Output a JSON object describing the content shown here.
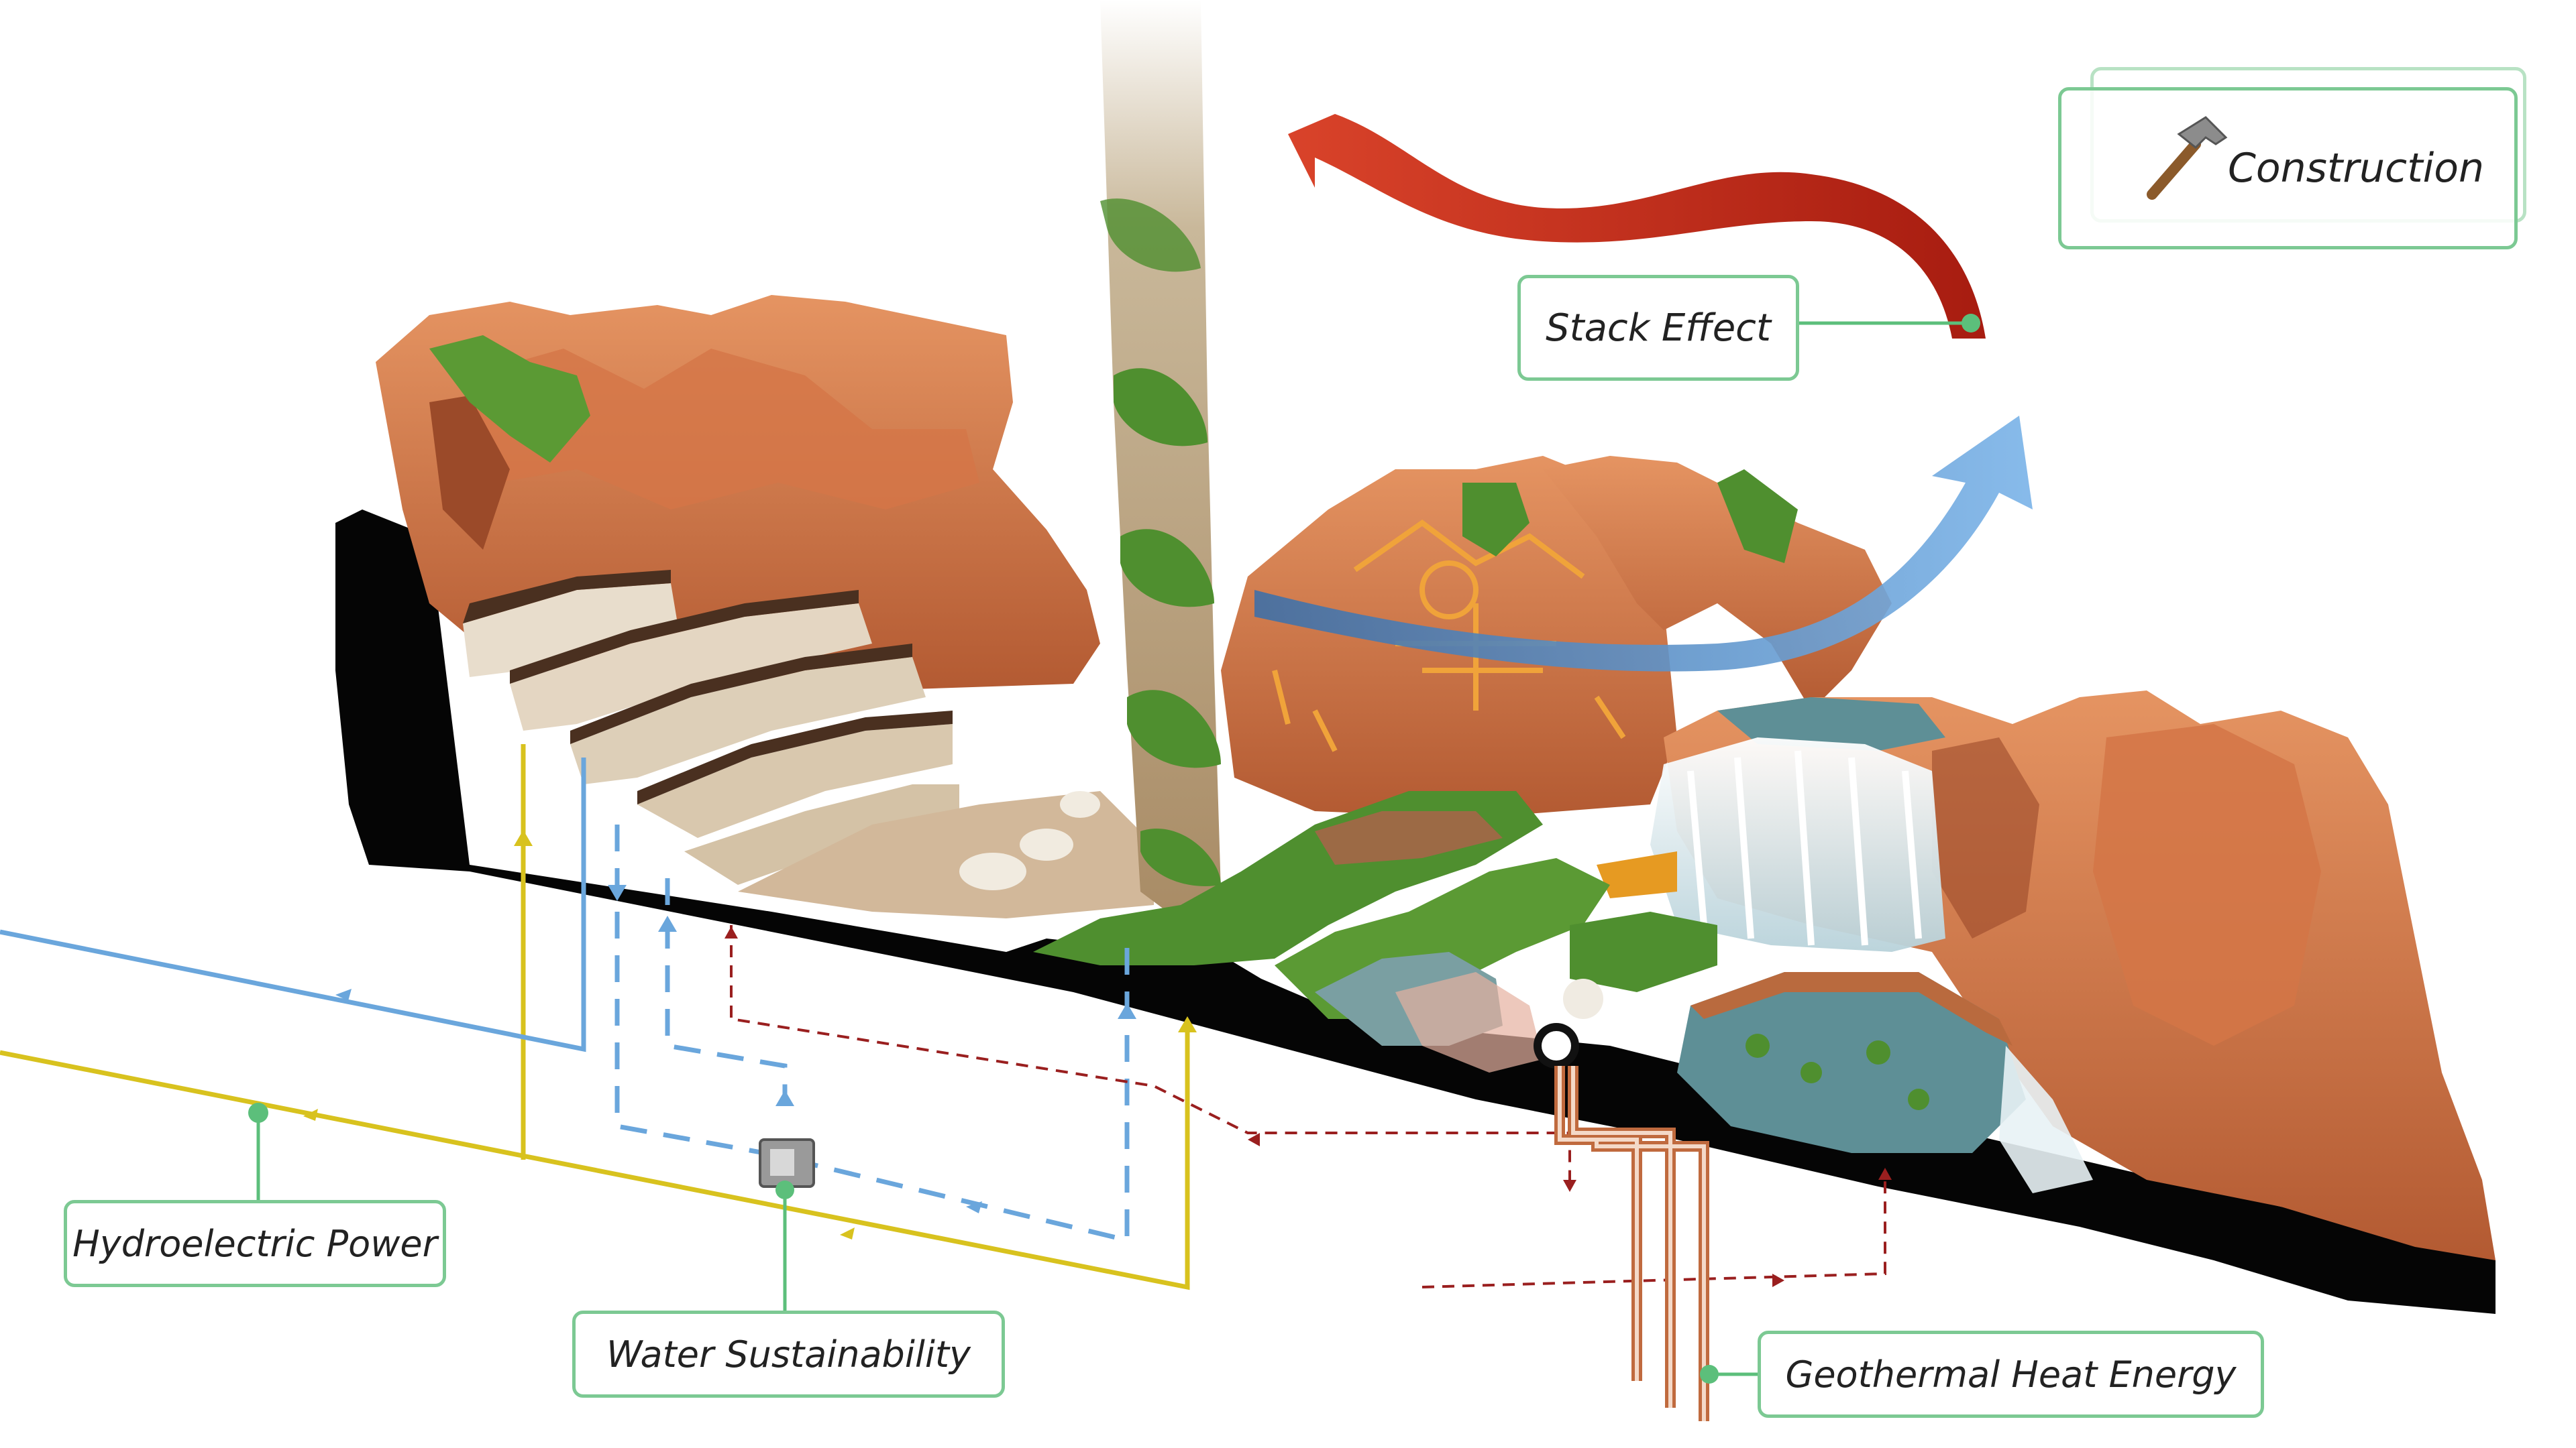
{
  "labels": {
    "construction": "Construction",
    "stack_effect": "Stack Effect",
    "hydroelectric": "Hydroelectric Power",
    "water": "Water Sustainability",
    "geothermal": "Geothermal Heat Energy"
  },
  "icons": {
    "construction": "hammer-icon",
    "water": "utility-box-icon"
  },
  "colors": {
    "label_border": "#7cc993",
    "label_border_faint": "#b8e2c4",
    "hot_air": "#c9381f",
    "cool_air": "#5fa0da",
    "hydro_line": "#d8c21e",
    "water_line": "#6aa6dc",
    "geo_line": "#9a1f1f",
    "rock": "#c7683c",
    "rock_light": "#e08a57",
    "rock_dark": "#8f4024",
    "ground": "#050505",
    "vegetation": "#4f8f2f",
    "water_body": "#5e8f96",
    "waterfall": "#e8f2f5"
  }
}
